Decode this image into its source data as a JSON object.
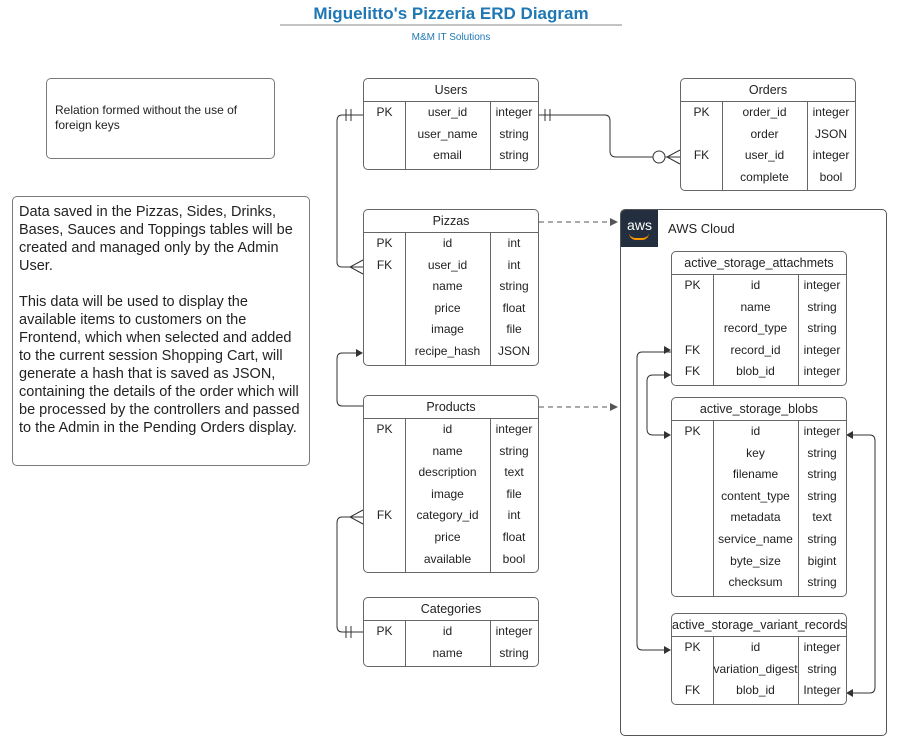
{
  "header": {
    "title": "Miguelitto's Pizzeria ERD Diagram",
    "subtitle": "M&M IT Solutions"
  },
  "legend": {
    "text": "Relation  formed without the use of foreign keys"
  },
  "info": {
    "text": "Data saved in the Pizzas, Sides, Drinks, Bases, Sauces and Toppings tables will be created and managed only by the Admin User.\n\nThis data will be used to display the available items to customers on the Frontend, which when selected and added to the current session Shopping Cart, will generate a hash that is saved as JSON, containing the details of the order which will be processed by the controllers and passed to the Admin in the Pending Orders display."
  },
  "aws": {
    "logo": "aws",
    "label": "AWS Cloud",
    "brand_color": "#232f3e",
    "accent_color": "#ff9900"
  },
  "entities": {
    "users": {
      "name": "Users",
      "rows": [
        {
          "key": "PK",
          "field": "user_id",
          "type": "integer"
        },
        {
          "key": "",
          "field": "user_name",
          "type": "string"
        },
        {
          "key": "",
          "field": "email",
          "type": "string"
        }
      ]
    },
    "orders": {
      "name": "Orders",
      "rows": [
        {
          "key": "PK",
          "field": "order_id",
          "type": "integer"
        },
        {
          "key": "",
          "field": "order",
          "type": "JSON"
        },
        {
          "key": "FK",
          "field": "user_id",
          "type": "integer"
        },
        {
          "key": "",
          "field": "complete",
          "type": "bool"
        }
      ]
    },
    "pizzas": {
      "name": "Pizzas",
      "rows": [
        {
          "key": "PK",
          "field": "id",
          "type": "int"
        },
        {
          "key": "FK",
          "field": "user_id",
          "type": "int"
        },
        {
          "key": "",
          "field": "name",
          "type": "string"
        },
        {
          "key": "",
          "field": "price",
          "type": "float"
        },
        {
          "key": "",
          "field": "image",
          "type": "file"
        },
        {
          "key": "",
          "field": "recipe_hash",
          "type": "JSON"
        }
      ]
    },
    "products": {
      "name": "Products",
      "rows": [
        {
          "key": "PK",
          "field": "id",
          "type": "integer"
        },
        {
          "key": "",
          "field": "name",
          "type": "string"
        },
        {
          "key": "",
          "field": "description",
          "type": "text"
        },
        {
          "key": "",
          "field": "image",
          "type": "file"
        },
        {
          "key": "FK",
          "field": "category_id",
          "type": "int"
        },
        {
          "key": "",
          "field": "price",
          "type": "float"
        },
        {
          "key": "",
          "field": "available",
          "type": "bool"
        }
      ]
    },
    "categories": {
      "name": "Categories",
      "rows": [
        {
          "key": "PK",
          "field": "id",
          "type": "integer"
        },
        {
          "key": "",
          "field": "name",
          "type": "string"
        }
      ]
    },
    "attachments": {
      "name": "active_storage_attachmets",
      "rows": [
        {
          "key": "PK",
          "field": "id",
          "type": "integer"
        },
        {
          "key": "",
          "field": "name",
          "type": "string"
        },
        {
          "key": "",
          "field": "record_type",
          "type": "string"
        },
        {
          "key": "FK",
          "field": "record_id",
          "type": "integer"
        },
        {
          "key": "FK",
          "field": "blob_id",
          "type": "integer"
        }
      ]
    },
    "blobs": {
      "name": "active_storage_blobs",
      "rows": [
        {
          "key": "PK",
          "field": "id",
          "type": "integer"
        },
        {
          "key": "",
          "field": "key",
          "type": "string"
        },
        {
          "key": "",
          "field": "filename",
          "type": "string"
        },
        {
          "key": "",
          "field": "content_type",
          "type": "string"
        },
        {
          "key": "",
          "field": "metadata",
          "type": "text"
        },
        {
          "key": "",
          "field": "service_name",
          "type": "string"
        },
        {
          "key": "",
          "field": "byte_size",
          "type": "bigint"
        },
        {
          "key": "",
          "field": "checksum",
          "type": "string"
        }
      ]
    },
    "variants": {
      "name": "active_storage_variant_records",
      "rows": [
        {
          "key": "PK",
          "field": "id",
          "type": "integer"
        },
        {
          "key": "",
          "field": "variation_digest",
          "type": "string"
        },
        {
          "key": "FK",
          "field": "blob_id",
          "type": "Integer"
        }
      ]
    }
  }
}
